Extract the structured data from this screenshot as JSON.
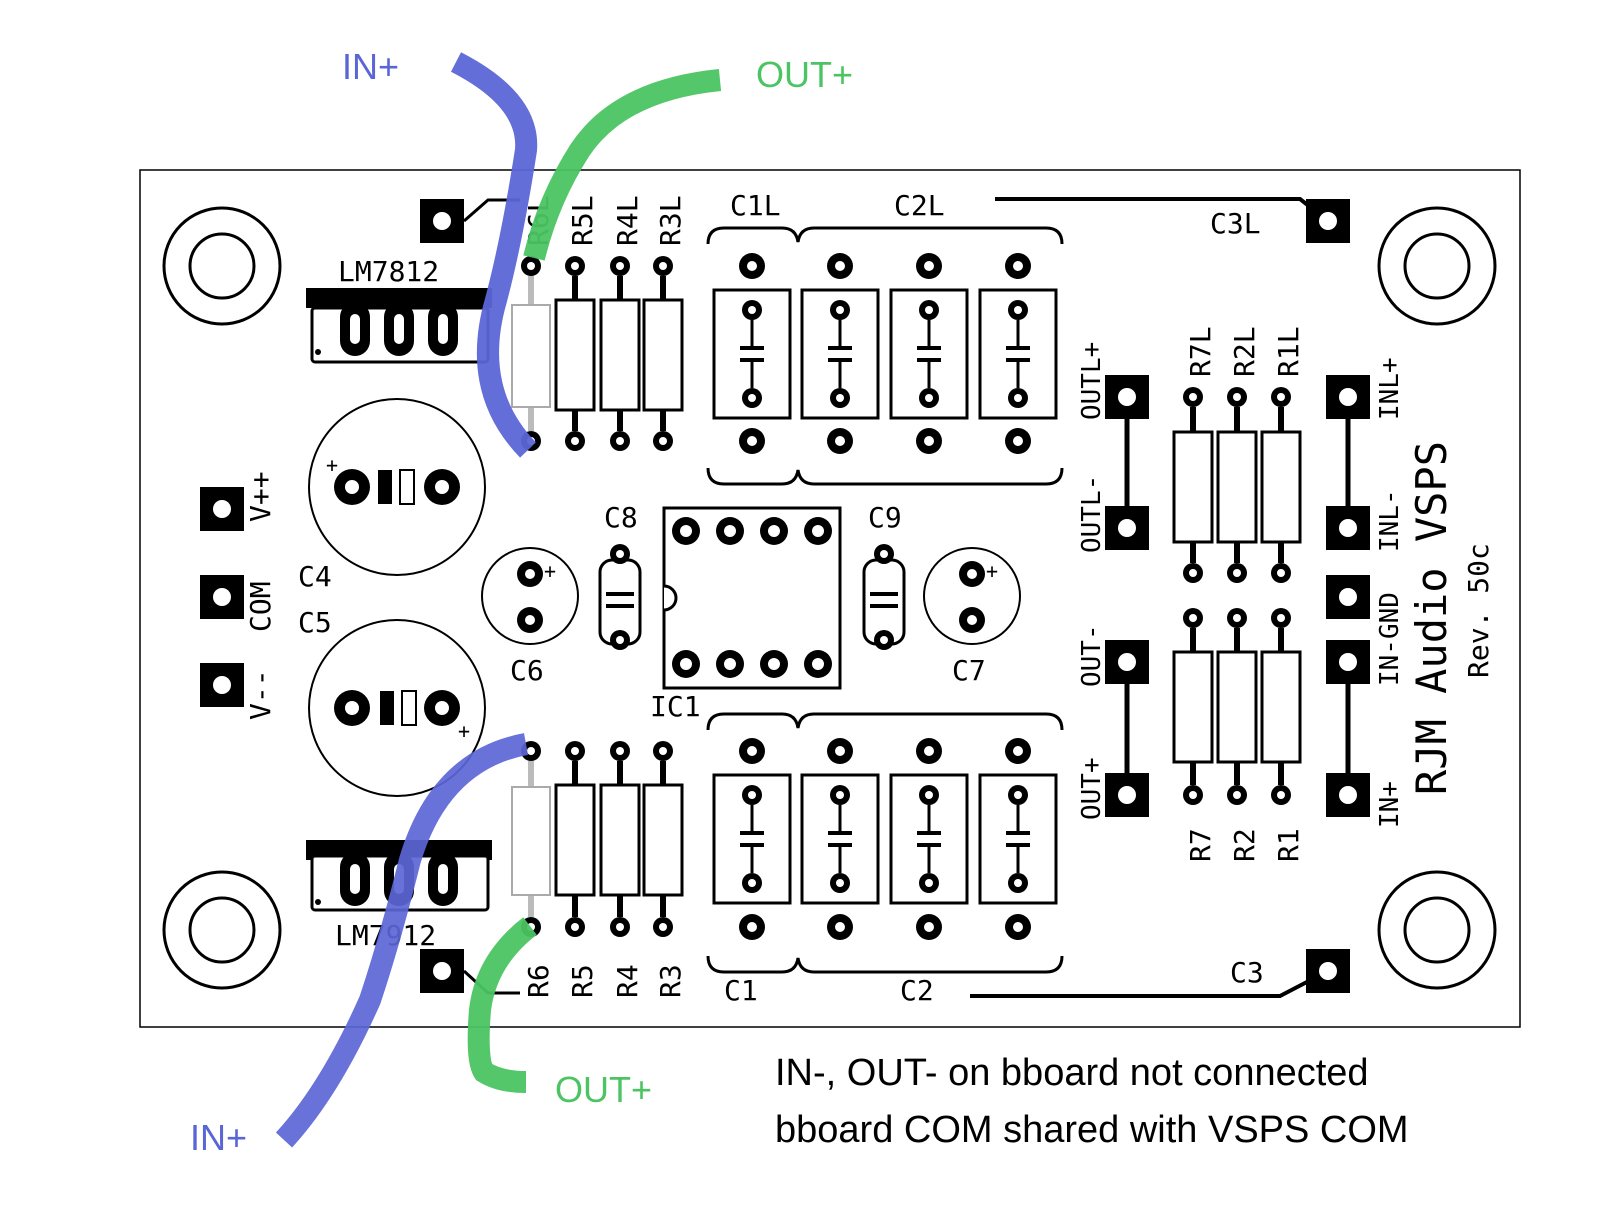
{
  "board": {
    "regulator_top": "LM7812",
    "regulator_bottom": "LM7912",
    "ic": "IC1",
    "title": "RJM Audio VSPS",
    "revision": "Rev. 50c"
  },
  "labels": {
    "r6l": "R6L",
    "r5l": "R5L",
    "r4l": "R4L",
    "r3l": "R3L",
    "r6": "R6",
    "r5": "R5",
    "r4": "R4",
    "r3": "R3",
    "c1l": "C1L",
    "c2l": "C2L",
    "c3l": "C3L",
    "c1": "C1",
    "c2": "C2",
    "c3": "C3",
    "c4": "C4",
    "c5": "C5",
    "c6": "C6",
    "c7": "C7",
    "c8": "C8",
    "c9": "C9",
    "r7l": "R7L",
    "r2l": "R2L",
    "r1l": "R1L",
    "r7": "R7",
    "r2": "R2",
    "r1": "R1",
    "vpp": "V++",
    "com": "COM",
    "vmm": "V--",
    "outl_plus": "OUTL+",
    "outl_minus": "OUTL-",
    "out_minus": "OUT-",
    "out_plus": "OUT+",
    "inl_plus": "INL+",
    "inl_minus": "INL-",
    "in_gnd": "IN-GND",
    "in_plus": "IN+"
  },
  "annotations": {
    "in_plus_top": "IN+",
    "out_plus_top": "OUT+",
    "out_plus_bottom": "OUT+",
    "in_plus_bottom": "IN+",
    "note_line1": "IN-, OUT- on bboard not connected",
    "note_line2": "bboard COM shared with VSPS COM"
  },
  "colors": {
    "in_wire": "#5b66d6",
    "out_wire": "#4cc463"
  }
}
